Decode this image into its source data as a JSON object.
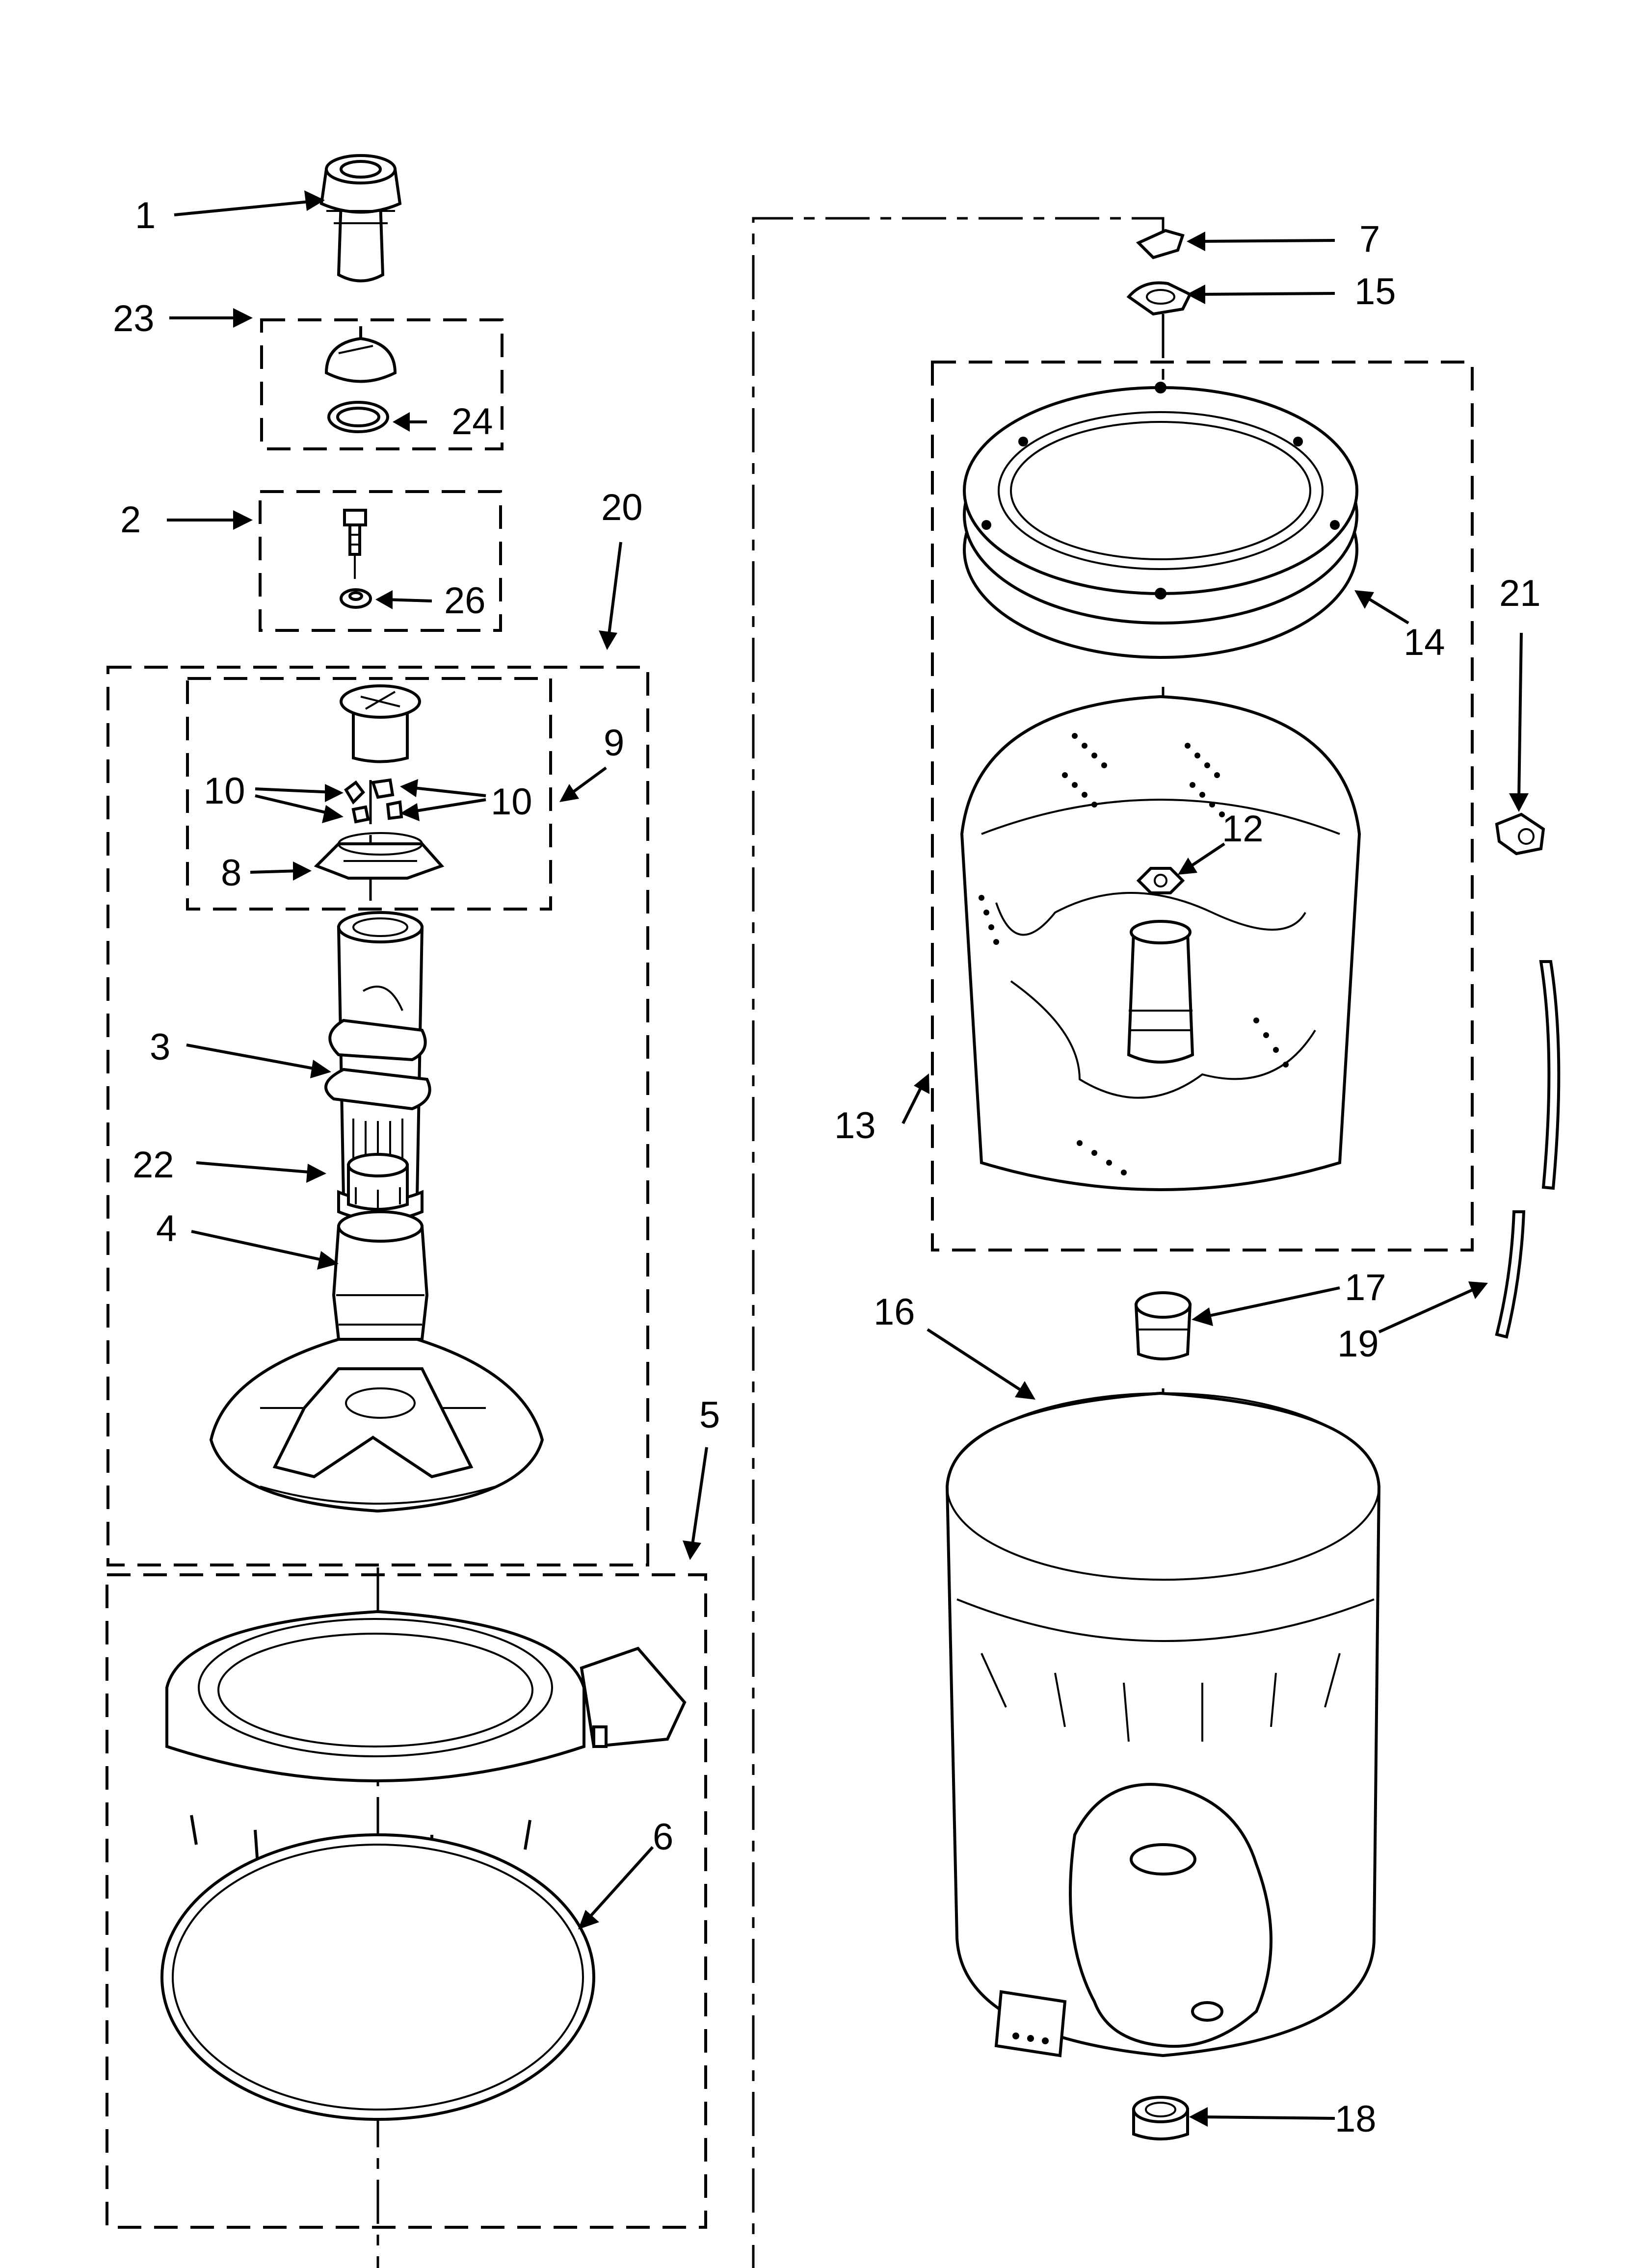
{
  "callouts": [
    {
      "id": "1",
      "text": "1"
    },
    {
      "id": "2",
      "text": "2"
    },
    {
      "id": "3",
      "text": "3"
    },
    {
      "id": "4",
      "text": "4"
    },
    {
      "id": "5",
      "text": "5"
    },
    {
      "id": "6",
      "text": "6"
    },
    {
      "id": "7",
      "text": "7"
    },
    {
      "id": "8",
      "text": "8"
    },
    {
      "id": "9",
      "text": "9"
    },
    {
      "id": "10a",
      "text": "10"
    },
    {
      "id": "10b",
      "text": "10"
    },
    {
      "id": "12",
      "text": "12"
    },
    {
      "id": "13",
      "text": "13"
    },
    {
      "id": "14",
      "text": "14"
    },
    {
      "id": "15",
      "text": "15"
    },
    {
      "id": "16",
      "text": "16"
    },
    {
      "id": "17",
      "text": "17"
    },
    {
      "id": "18",
      "text": "18"
    },
    {
      "id": "19",
      "text": "19"
    },
    {
      "id": "20",
      "text": "20"
    },
    {
      "id": "21",
      "text": "21"
    },
    {
      "id": "22",
      "text": "22"
    },
    {
      "id": "23",
      "text": "23"
    },
    {
      "id": "24",
      "text": "24"
    },
    {
      "id": "26",
      "text": "26"
    }
  ]
}
